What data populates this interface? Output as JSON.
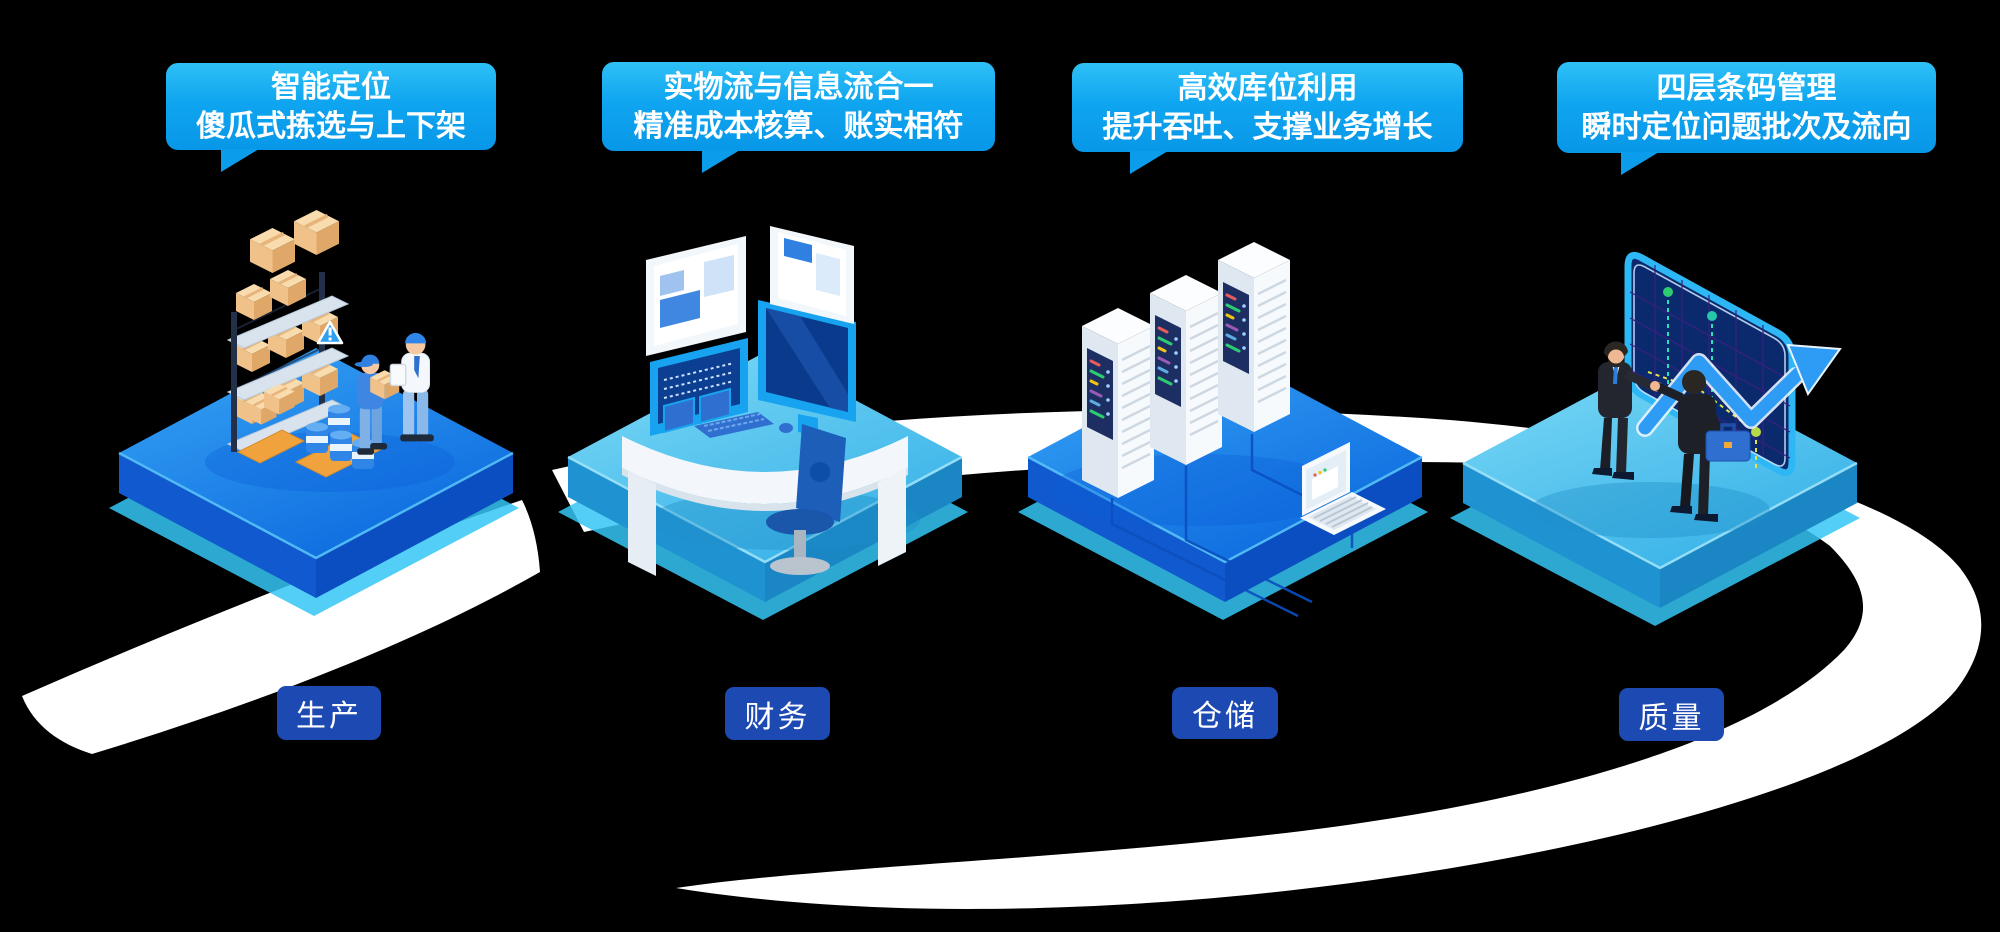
{
  "background": "#000000",
  "theme": {
    "bubble_blue": "#0fa5f0",
    "bubble_blue_light": "#2fc0f6",
    "label_blue": "#1d49b2",
    "platform_blue": "#1478ea",
    "platform_cyan": "#4ec6ef",
    "underlayer_cyan": "#35c5f5",
    "swoosh_white": "#ffffff",
    "chart_navy": "#0b2a6e",
    "growth_arrow_blue": "#2e9bf5",
    "crate_tan": "#f0c28a",
    "pallet_orange": "#f0a23c"
  },
  "stations": [
    {
      "id": "production",
      "bubble_line1": "智能定位",
      "bubble_line2": "傻瓜式拣选与上下架",
      "label": "生产",
      "illustration": "warehouse-rack-workers-barrels"
    },
    {
      "id": "finance",
      "bubble_line1": "实物流与信息流合一",
      "bubble_line2": "精准成本核算、账实相符",
      "label": "财务",
      "illustration": "multi-monitor-control-desk-chair"
    },
    {
      "id": "warehouse",
      "bubble_line1": "高效库位利用",
      "bubble_line2": "提升吞吐、支撑业务增长",
      "label": "仓储",
      "illustration": "server-racks-laptop-network"
    },
    {
      "id": "quality",
      "bubble_line1": "四层条码管理",
      "bubble_line2": "瞬时定位问题批次及流向",
      "label": "质量",
      "illustration": "handshake-growth-chart-arrow"
    }
  ]
}
